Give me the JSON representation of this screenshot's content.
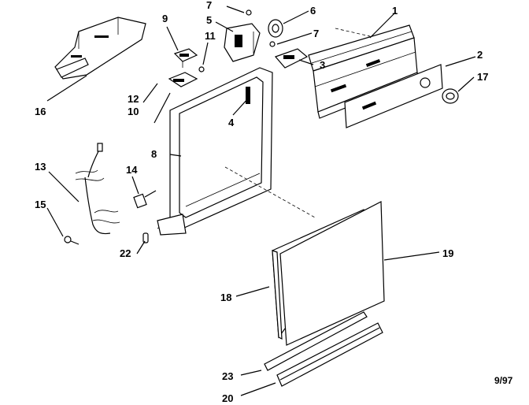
{
  "diagram": {
    "callouts": [
      {
        "id": "1",
        "label": "1"
      },
      {
        "id": "2",
        "label": "2"
      },
      {
        "id": "3",
        "label": "3"
      },
      {
        "id": "4",
        "label": "4"
      },
      {
        "id": "5",
        "label": "5"
      },
      {
        "id": "6",
        "label": "6"
      },
      {
        "id": "7a",
        "label": "7"
      },
      {
        "id": "7b",
        "label": "7"
      },
      {
        "id": "8",
        "label": "8"
      },
      {
        "id": "9",
        "label": "9"
      },
      {
        "id": "10",
        "label": "10"
      },
      {
        "id": "11",
        "label": "11"
      },
      {
        "id": "12",
        "label": "12"
      },
      {
        "id": "13",
        "label": "13"
      },
      {
        "id": "14",
        "label": "14"
      },
      {
        "id": "15",
        "label": "15"
      },
      {
        "id": "16",
        "label": "16"
      },
      {
        "id": "17",
        "label": "17"
      },
      {
        "id": "18",
        "label": "18"
      },
      {
        "id": "19",
        "label": "19"
      },
      {
        "id": "20",
        "label": "20"
      },
      {
        "id": "22",
        "label": "22"
      },
      {
        "id": "23",
        "label": "23"
      }
    ],
    "footer_code": "9/97"
  }
}
